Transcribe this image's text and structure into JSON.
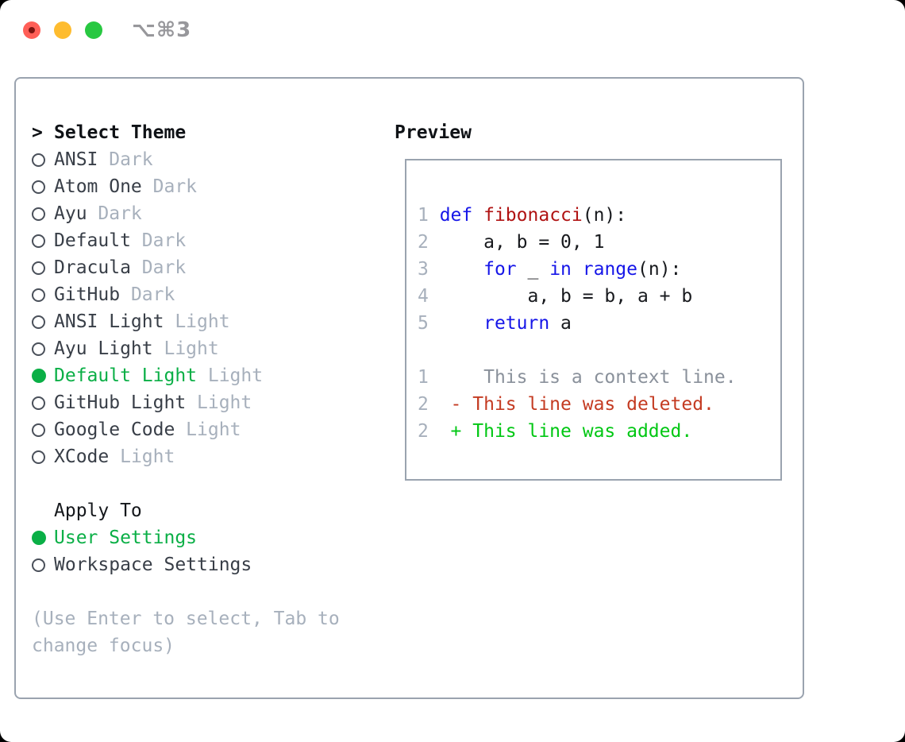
{
  "titlebar": {
    "shortcut": "⌥⌘3",
    "buttons": [
      "close",
      "minimize",
      "zoom"
    ]
  },
  "theme_selector": {
    "cursor": ">",
    "header": "Select Theme",
    "items": [
      {
        "name": "ANSI",
        "variant": "Dark",
        "selected": false
      },
      {
        "name": "Atom One",
        "variant": "Dark",
        "selected": false
      },
      {
        "name": "Ayu",
        "variant": "Dark",
        "selected": false
      },
      {
        "name": "Default",
        "variant": "Dark",
        "selected": false
      },
      {
        "name": "Dracula",
        "variant": "Dark",
        "selected": false
      },
      {
        "name": "GitHub",
        "variant": "Dark",
        "selected": false
      },
      {
        "name": "ANSI Light",
        "variant": "Light",
        "selected": false
      },
      {
        "name": "Ayu Light",
        "variant": "Light",
        "selected": false
      },
      {
        "name": "Default Light",
        "variant": "Light",
        "selected": true
      },
      {
        "name": "GitHub Light",
        "variant": "Light",
        "selected": false
      },
      {
        "name": "Google Code",
        "variant": "Light",
        "selected": false
      },
      {
        "name": "XCode",
        "variant": "Light",
        "selected": false
      }
    ],
    "apply_to": {
      "header": "Apply To",
      "options": [
        {
          "label": "User Settings",
          "selected": true
        },
        {
          "label": "Workspace Settings",
          "selected": false
        }
      ]
    },
    "hint": [
      "(Use Enter to select, Tab to",
      "change focus)"
    ]
  },
  "preview": {
    "header": "Preview",
    "lines": [
      [
        {
          "t": "1 ",
          "c": "lineno"
        },
        {
          "t": "def",
          "c": "kw"
        },
        {
          "t": " ",
          "c": "code"
        },
        {
          "t": "fibonacci",
          "c": "fn"
        },
        {
          "t": "(n):",
          "c": "code"
        }
      ],
      [
        {
          "t": "2 ",
          "c": "lineno"
        },
        {
          "t": "    a, b = 0, 1",
          "c": "code"
        }
      ],
      [
        {
          "t": "3 ",
          "c": "lineno"
        },
        {
          "t": "    ",
          "c": "code"
        },
        {
          "t": "for",
          "c": "kw"
        },
        {
          "t": " _ ",
          "c": "code"
        },
        {
          "t": "in",
          "c": "kw"
        },
        {
          "t": " ",
          "c": "code"
        },
        {
          "t": "range",
          "c": "kw"
        },
        {
          "t": "(n):",
          "c": "code"
        }
      ],
      [
        {
          "t": "4 ",
          "c": "lineno"
        },
        {
          "t": "        a, b = b, a + b",
          "c": "code"
        }
      ],
      [
        {
          "t": "5 ",
          "c": "lineno"
        },
        {
          "t": "    ",
          "c": "code"
        },
        {
          "t": "return",
          "c": "kw"
        },
        {
          "t": " a",
          "c": "code"
        }
      ],
      [],
      [
        {
          "t": "1",
          "c": "lineno"
        },
        {
          "t": "     This is a context line.",
          "c": "context"
        }
      ],
      [
        {
          "t": "2",
          "c": "lineno"
        },
        {
          "t": "  - This line was deleted.",
          "c": "deleted"
        }
      ],
      [
        {
          "t": "2",
          "c": "lineno"
        },
        {
          "t": "  + This line was added.",
          "c": "added"
        }
      ]
    ]
  },
  "colors": {
    "lineno": "#A7B0BC",
    "kw": "#1616E8",
    "fn": "#B01313",
    "code": "#17191D",
    "context": "#8A919B",
    "deleted": "#C43B22",
    "added": "#00C713",
    "selected_green": "#0AAF46",
    "muted": "#A7B0BC",
    "panel_border": "#9AA3AF",
    "traffic_red": "#FF5F57",
    "traffic_yellow": "#FEBC2F",
    "traffic_green": "#28C841"
  }
}
